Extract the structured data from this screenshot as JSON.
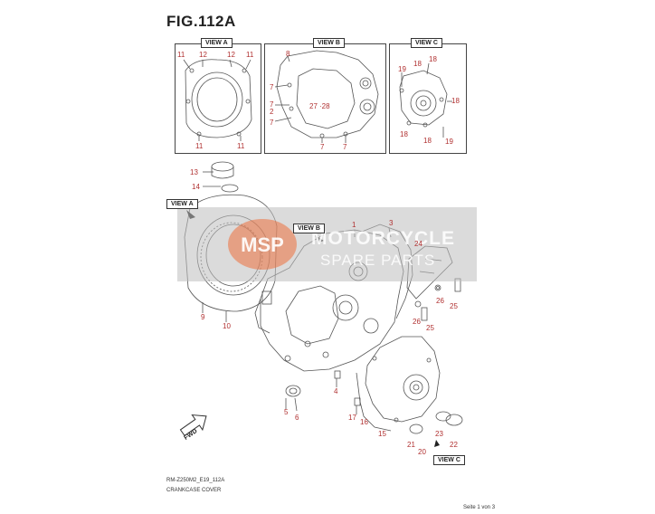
{
  "figure_title": "FIG.112A",
  "views": {
    "a_label": "VIEW A",
    "b_label": "VIEW B",
    "c_label": "VIEW C"
  },
  "callouts": {
    "view_a": "VIEW A",
    "view_b": "VIEW B",
    "view_c": "VIEW C",
    "fwd": "FWD"
  },
  "view_a_numbers": [
    "11",
    "12",
    "12",
    "11",
    "11",
    "11"
  ],
  "view_b_numbers": [
    "8",
    "7",
    "7",
    "2",
    "27",
    "·28",
    "7",
    "7",
    "7"
  ],
  "view_c_numbers": [
    "19",
    "18",
    "18",
    "18",
    "18",
    "18",
    "19"
  ],
  "main_numbers": [
    "13",
    "14",
    "9",
    "10",
    "1",
    "3",
    "24",
    "26",
    "25",
    "26",
    "25",
    "5",
    "6",
    "4",
    "17",
    "16",
    "15",
    "21",
    "20",
    "23",
    "22"
  ],
  "watermark": {
    "logo": "MSP",
    "line1": "MOTORCYCLE",
    "line2": "SPARE PARTS"
  },
  "footer": {
    "code": "RM-Z250M2_E19_112A",
    "name": "CRANKCASE COVER",
    "page": "Seite 1 von 3"
  }
}
